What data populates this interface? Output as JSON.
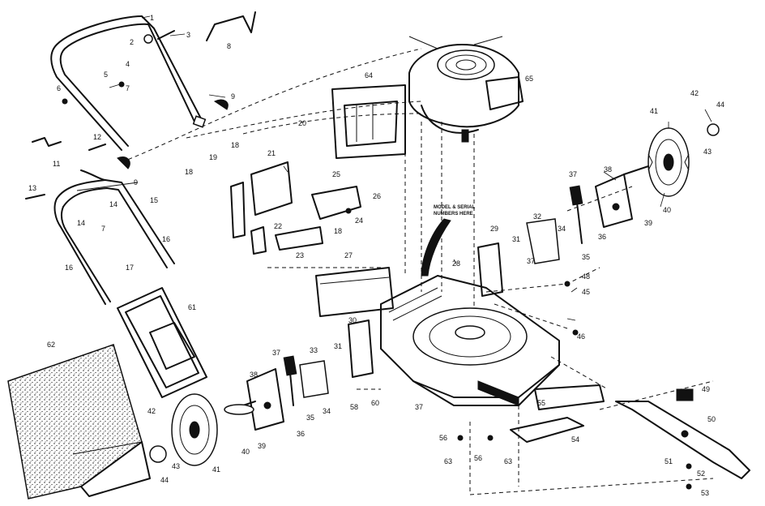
{
  "note": {
    "line1": "MODEL & SERIAL",
    "line2": "NUMBERS HERE"
  },
  "labels": {
    "l1": "1",
    "l2": "2",
    "l3": "3",
    "l4": "4",
    "l5": "5",
    "l6": "6",
    "l7": "7",
    "l7b": "7",
    "l8": "8",
    "l9": "9",
    "l9b": "9",
    "l11": "11",
    "l12": "12",
    "l13": "13",
    "l14": "14",
    "l14b": "14",
    "l15": "15",
    "l16": "16",
    "l16b": "16",
    "l17": "17",
    "l18": "18",
    "l18b": "18",
    "l18c": "18",
    "l19": "19",
    "l20": "20",
    "l21": "21",
    "l22": "22",
    "l23": "23",
    "l24": "24",
    "l25": "25",
    "l26": "26",
    "l27": "27",
    "l28": "28",
    "l29": "29",
    "l30": "30",
    "l31": "31",
    "l31b": "31",
    "l32": "32",
    "l33": "33",
    "l34": "34",
    "l34b": "34",
    "l35": "35",
    "l35b": "35",
    "l36": "36",
    "l36b": "36",
    "l37": "37",
    "l37b": "37",
    "l37c": "37",
    "l37d": "37",
    "l38": "38",
    "l38b": "38",
    "l39": "39",
    "l39b": "39",
    "l40": "40",
    "l40b": "40",
    "l41": "41",
    "l41b": "41",
    "l42": "42",
    "l42b": "42",
    "l43": "43",
    "l43b": "43",
    "l44": "44",
    "l44b": "44",
    "l45": "45",
    "l46": "46",
    "l48": "48",
    "l49": "49",
    "l50": "50",
    "l51": "51",
    "l52": "52",
    "l53": "53",
    "l54": "54",
    "l55": "55",
    "l56": "56",
    "l56b": "56",
    "l58": "58",
    "l60": "60",
    "l61": "61",
    "l62": "62",
    "l63": "63",
    "l63b": "63",
    "l64": "64",
    "l65": "65"
  }
}
